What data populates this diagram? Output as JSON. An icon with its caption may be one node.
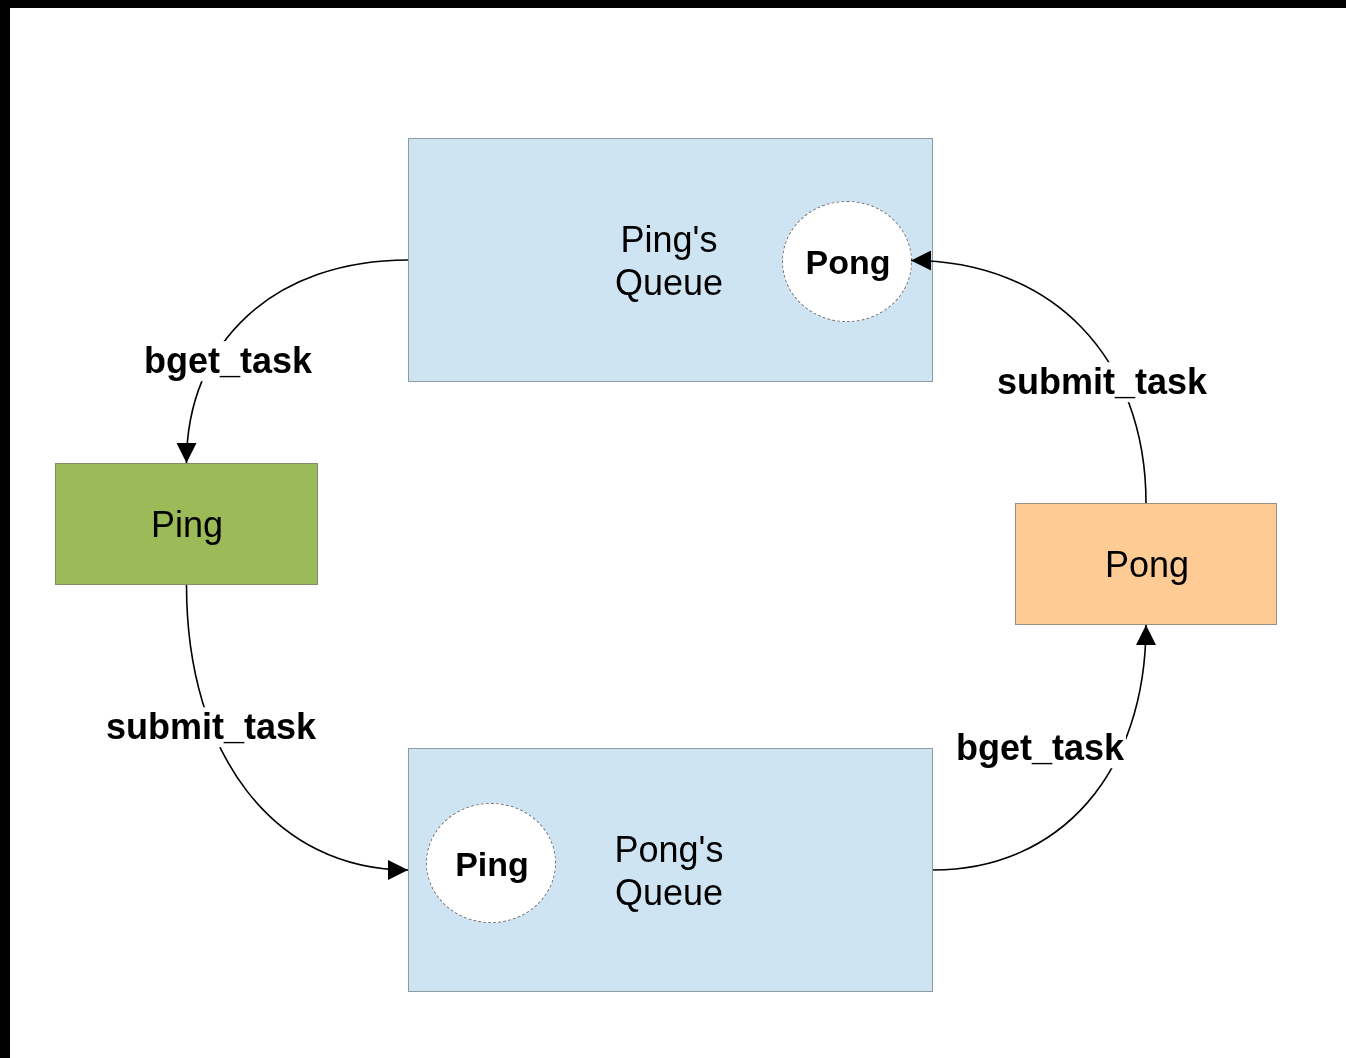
{
  "diagram": {
    "nodes": [
      {
        "text": [
          "Ping's Queue"
        ]
      },
      {
        "text": [
          "Pong"
        ],
        "in": 0
      },
      {
        "text": [
          "Ping"
        ]
      },
      {
        "text": [
          "Pong"
        ]
      },
      {
        "text": [
          "Pong's Queue"
        ]
      },
      {
        "text": [
          "Ping"
        ],
        "in": 4
      }
    ],
    "edges": [
      {
        "from": 0,
        "to": 2,
        "arrow": "to",
        "label": "bget_task"
      },
      {
        "from": 2,
        "to": 4,
        "arrow": "to",
        "label": "submit_task"
      },
      {
        "from": 4,
        "to": 3,
        "arrow": "to",
        "label": "bget_task"
      },
      {
        "from": 3,
        "to": 1,
        "arrow": "to",
        "label": "submit_task"
      }
    ]
  }
}
